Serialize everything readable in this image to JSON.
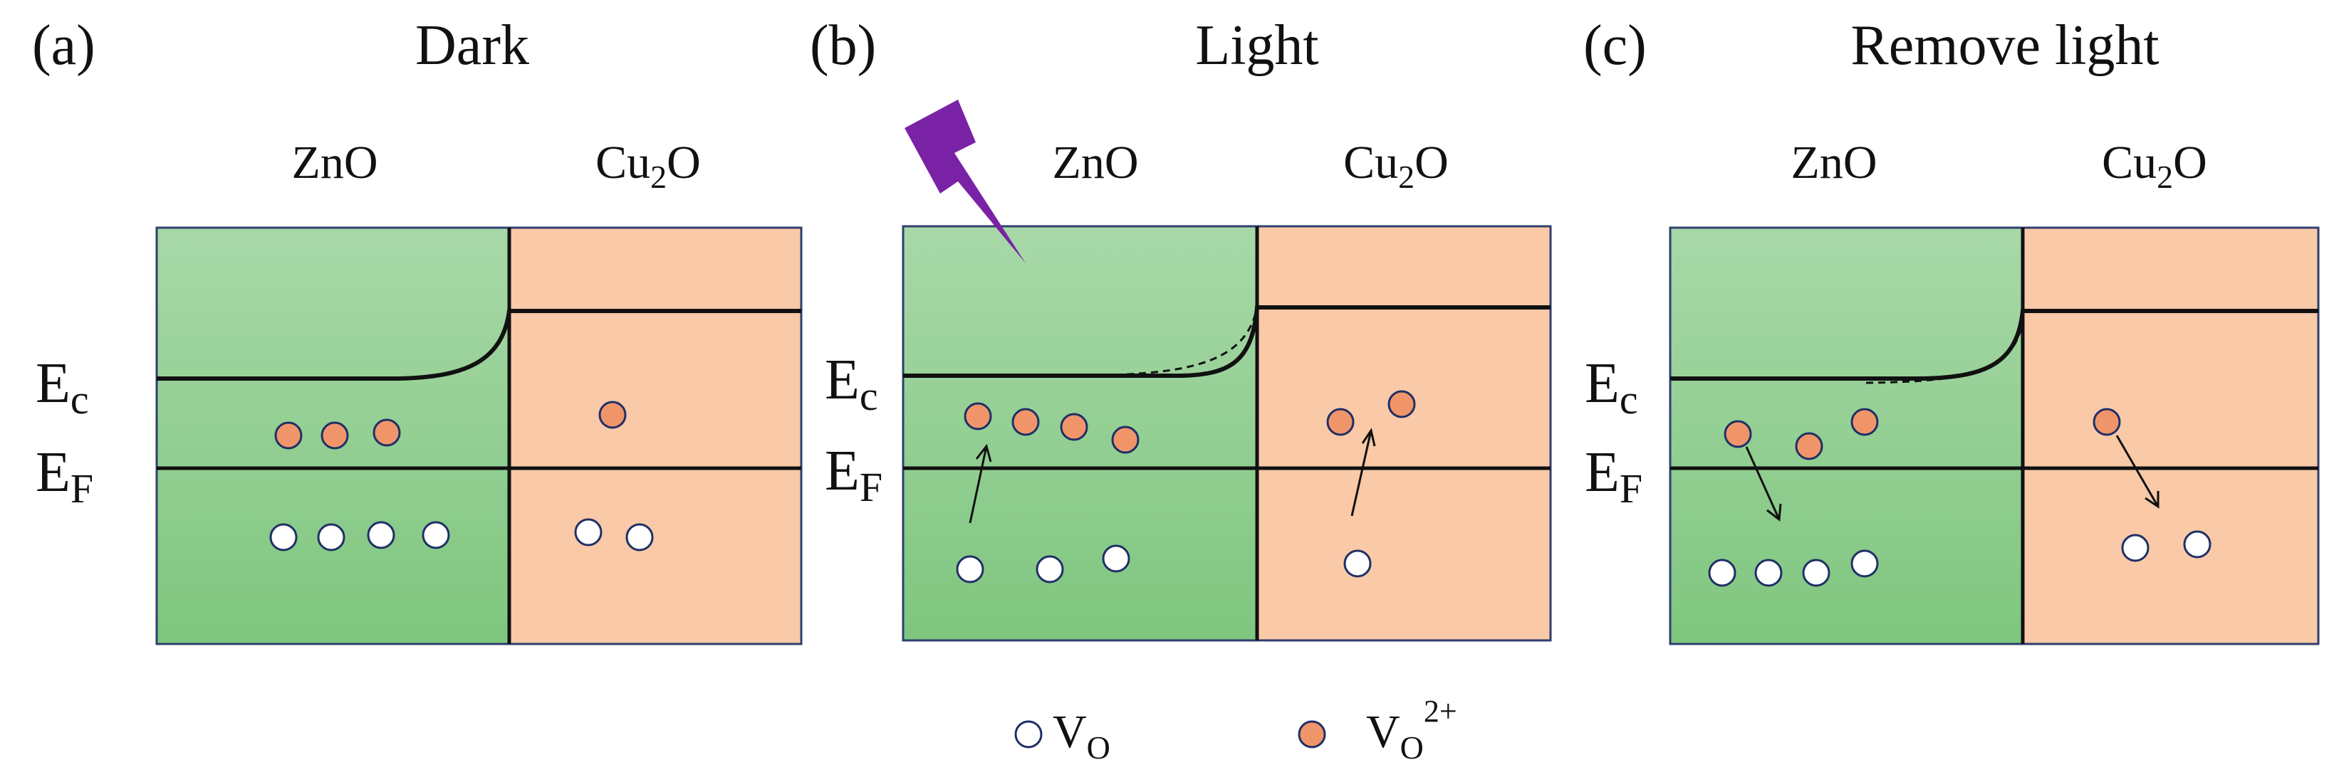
{
  "colors": {
    "zno_top": "#a8d8a8",
    "zno_bottom": "#7fc67f",
    "cu2o": "#f9c9a8",
    "border": "#2f3f6f",
    "line": "#111111",
    "vo_fill": "#ffffff",
    "vo2_fill": "#f0956a",
    "circle_stroke": "#1f2f66",
    "bolt": "#7a22a6"
  },
  "icons": {
    "light": "lightning-bolt-icon"
  },
  "panels": [
    {
      "label": "(a)",
      "title": "Dark",
      "left_material": "ZnO",
      "right_material_base": "Cu",
      "right_material_sub": "2",
      "right_material_tail": "O",
      "ec_main": "E",
      "ec_sub": "c",
      "ef_main": "E",
      "ef_sub": "F"
    },
    {
      "label": "(b)",
      "title": "Light",
      "left_material": "ZnO",
      "right_material_base": "Cu",
      "right_material_sub": "2",
      "right_material_tail": "O",
      "ec_main": "E",
      "ec_sub": "c",
      "ef_main": "E",
      "ef_sub": "F"
    },
    {
      "label": "(c)",
      "title": "Remove light",
      "left_material": "ZnO",
      "right_material_base": "Cu",
      "right_material_sub": "2",
      "right_material_tail": "O",
      "ec_main": "E",
      "ec_sub": "c",
      "ef_main": "E",
      "ef_sub": "F"
    }
  ],
  "legend": {
    "vo_main": "V",
    "vo_sub": "O",
    "vo2_main": "V",
    "vo2_sub": "O",
    "vo2_sup": "2+"
  }
}
